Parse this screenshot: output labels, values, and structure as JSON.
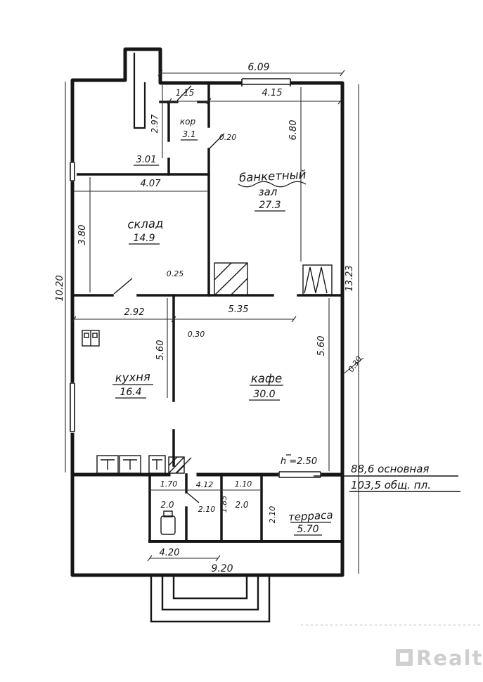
{
  "rooms": {
    "banquet": {
      "name": "банкетный",
      "name2": "зал",
      "area": "27.3"
    },
    "storage": {
      "name": "склад",
      "area": "14.9"
    },
    "kitchen": {
      "name": "кухня",
      "area": "16.4"
    },
    "cafe": {
      "name": "кафе",
      "area": "30.0"
    },
    "corridor": {
      "name": "кор",
      "area": "3.1"
    },
    "vestibule": {
      "area": "3.01"
    },
    "wc_left": {
      "area": "2.0"
    },
    "wc_right": {
      "area": "2.0"
    },
    "terrace": {
      "name": "терраса",
      "area": "5.70"
    }
  },
  "dims": {
    "top_total": "6.09",
    "top_left": "1.15",
    "top_right": "4.15",
    "corridor_height": "2.97",
    "door_banquet": "0.20",
    "banquet_height": "6.80",
    "storage_width": "4.07",
    "storage_height": "3.80",
    "left_height": "10.20",
    "right_height": "13.23",
    "partition_025": "0.25",
    "kitchen_width": "2.92",
    "cafe_width": "5.35",
    "partition_030": "0.30",
    "kitchen_height": "5.60",
    "cafe_height": "5.60",
    "wall_right_030": "0.30",
    "ceiling_height": "h =2.50",
    "terrace_170": "1.70",
    "terrace_412": "4.12",
    "terrace_110": "1.10",
    "terrace_210a": "2.10",
    "terrace_185": "1.85",
    "terrace_210b": "2.10",
    "rooms_width": "4.20",
    "bottom_width": "9.20"
  },
  "notes": {
    "area_living": "88,6 основная",
    "area_total": "103,5 общ. пл."
  },
  "watermark": {
    "brand": "Realt"
  }
}
